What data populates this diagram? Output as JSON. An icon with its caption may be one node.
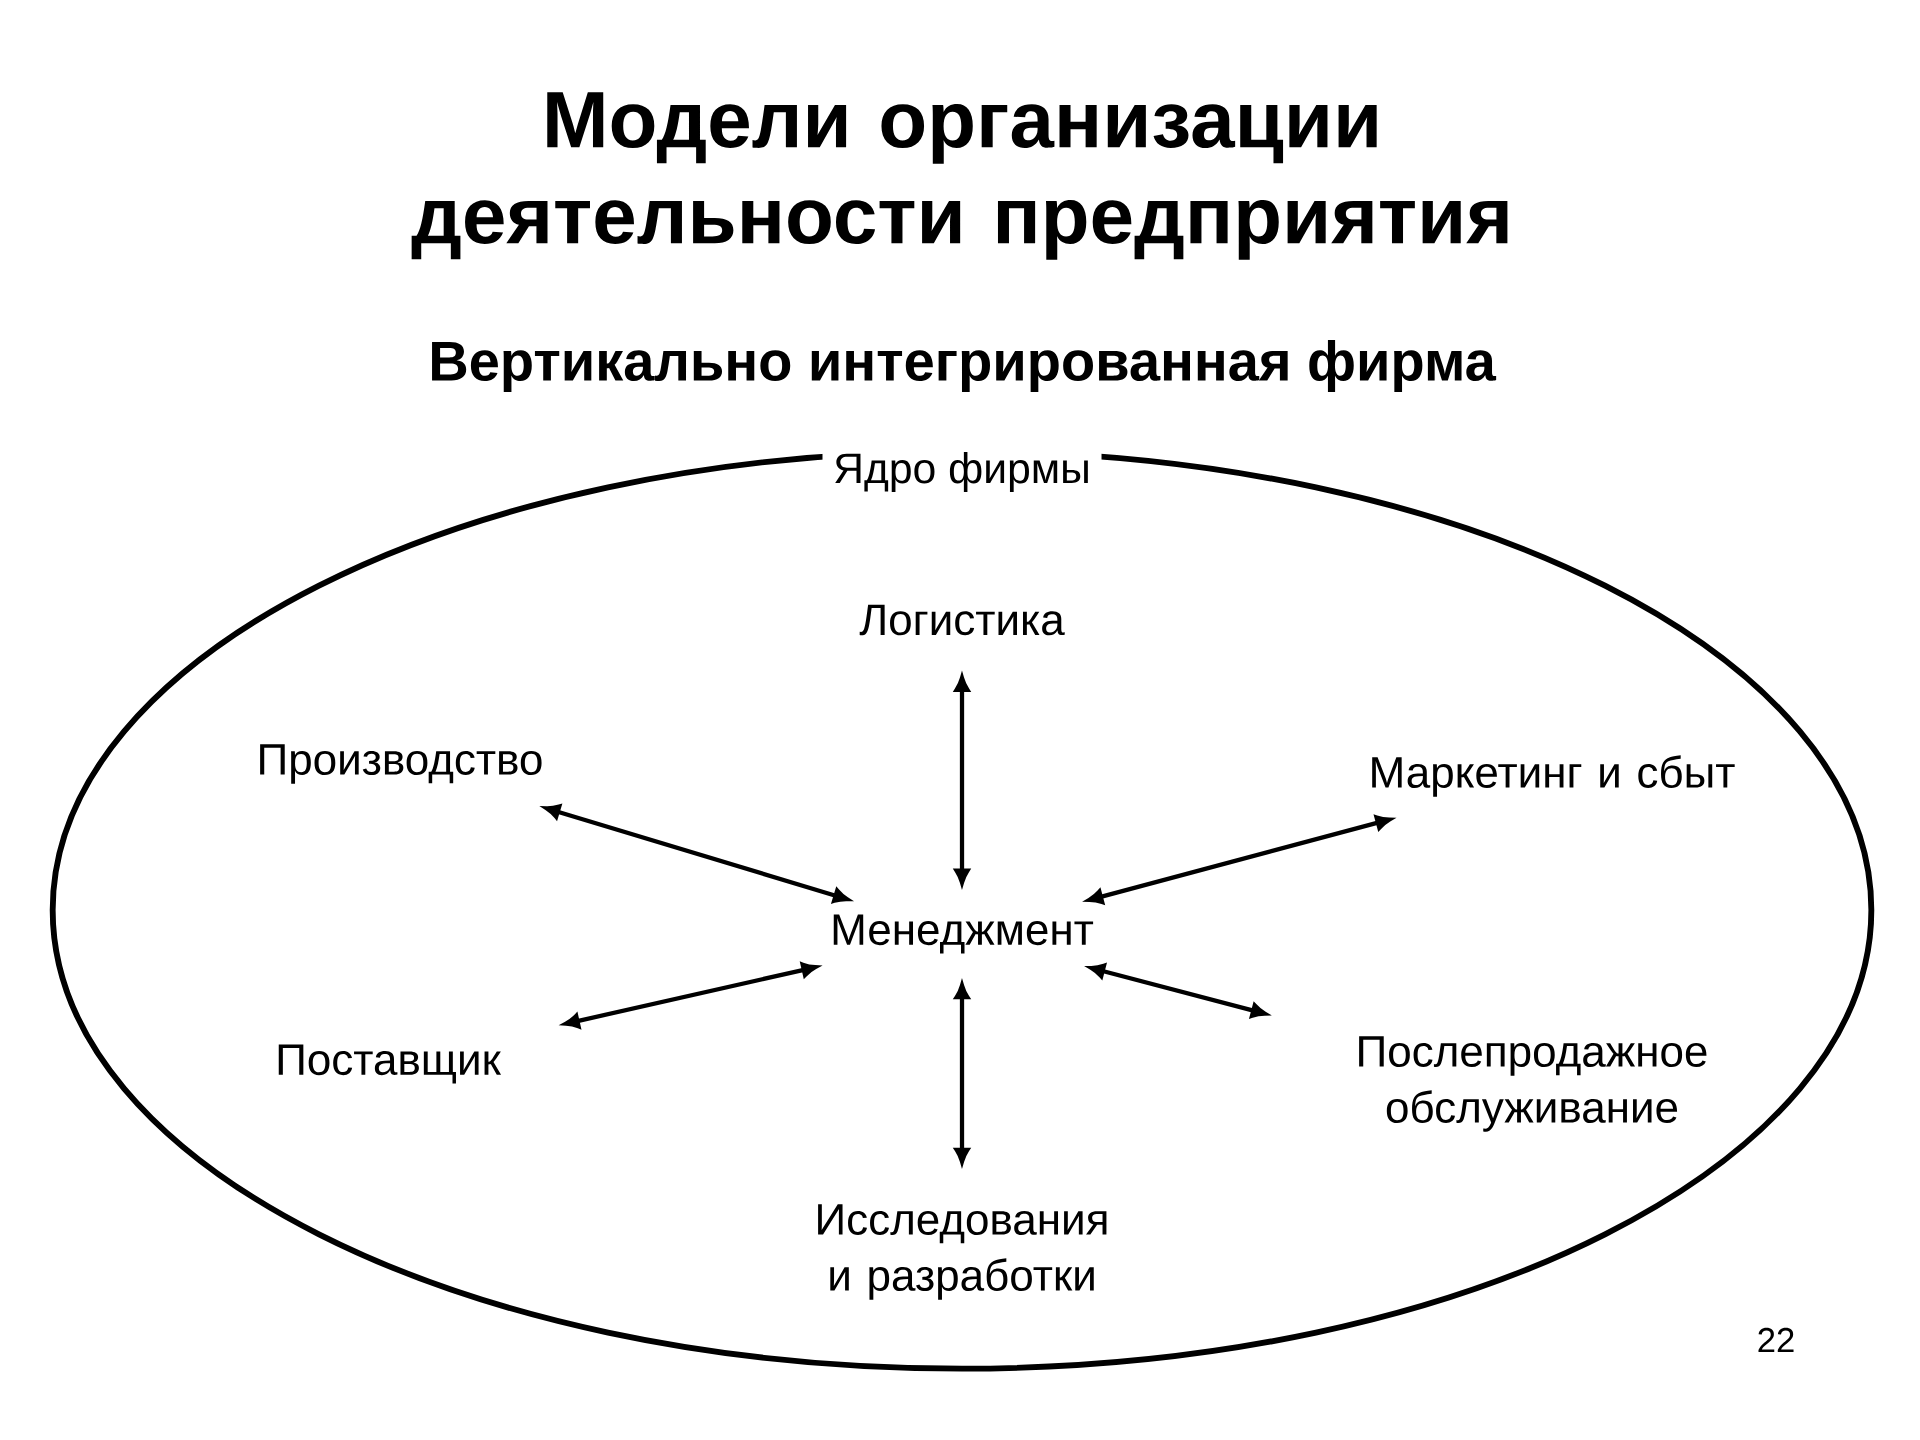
{
  "diagram": {
    "title": "Модели организации деятельности предприятия",
    "nodes": [
      {
        "text": [
          "Ядро фирмы"
        ]
      },
      {
        "text": [
          "Логистика"
        ],
        "in": 0
      },
      {
        "text": [
          "Производство"
        ],
        "in": 0
      },
      {
        "text": [
          "Маркетинг и сбыт"
        ],
        "in": 0
      },
      {
        "text": [
          "Менеджмент"
        ],
        "in": 0
      },
      {
        "text": [
          "Поставщик"
        ],
        "in": 0
      },
      {
        "text": [
          "Послепродажное обслуживание"
        ],
        "in": 0
      },
      {
        "text": [
          "Исследования и разработки"
        ],
        "in": 0
      }
    ],
    "edges": [
      {
        "from": 4,
        "to": 1,
        "arrow": "both"
      },
      {
        "from": 4,
        "to": 2,
        "arrow": "both"
      },
      {
        "from": 4,
        "to": 3,
        "arrow": "both"
      },
      {
        "from": 4,
        "to": 5,
        "arrow": "both"
      },
      {
        "from": 4,
        "to": 6,
        "arrow": "both"
      },
      {
        "from": 4,
        "to": 7,
        "arrow": "both"
      }
    ],
    "labels": [
      "Вертикально интегрированная фирма",
      "22"
    ]
  }
}
